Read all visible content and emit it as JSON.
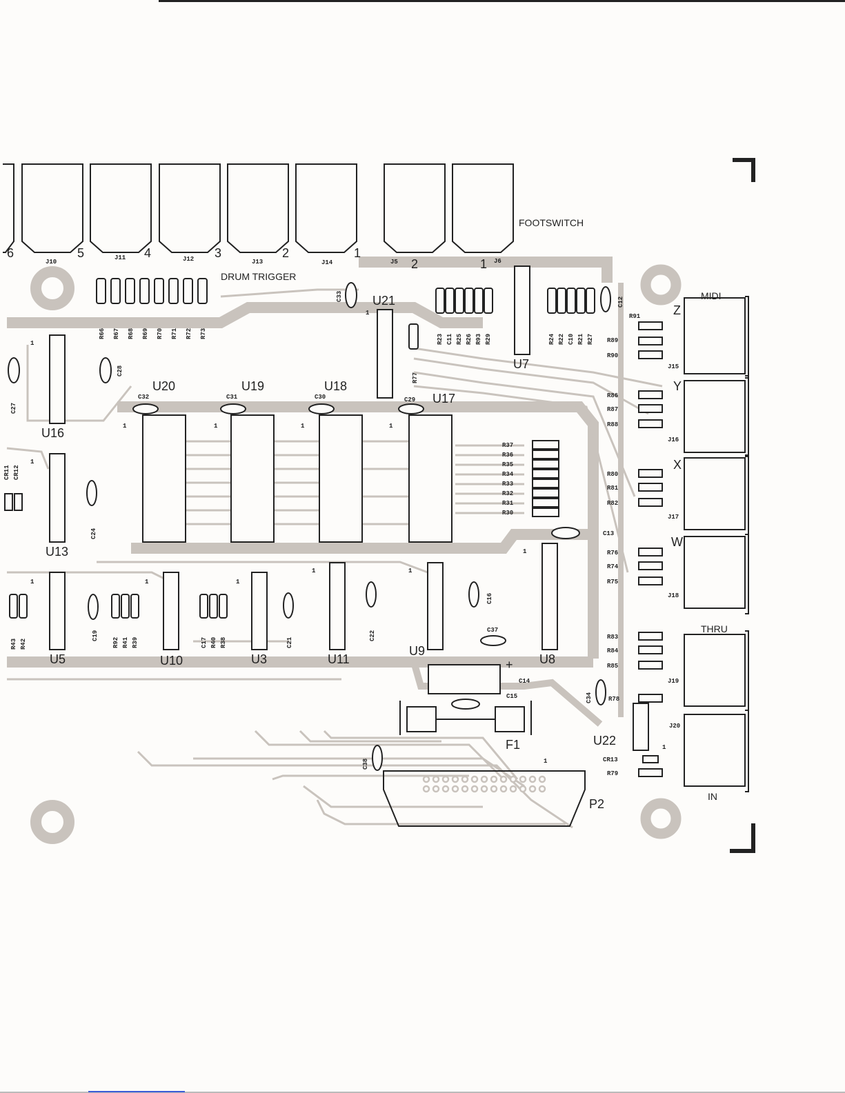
{
  "sections": {
    "footswitch": "FOOTSWITCH",
    "drum_trigger": "DRUM TRIGGER",
    "midi": "MIDI",
    "thru": "THRU",
    "in": "IN"
  },
  "jack_numbers": [
    "6",
    "5",
    "4",
    "3",
    "2",
    "1",
    "2",
    "1"
  ],
  "jack_refs": [
    "J10",
    "J11",
    "J12",
    "J13",
    "J14",
    "J5",
    "J6"
  ],
  "midi_ports": [
    "Z",
    "Y",
    "X",
    "W"
  ],
  "midi_refs": [
    "J15",
    "J16",
    "J17",
    "J18",
    "J19",
    "J20"
  ],
  "ics": [
    "U21",
    "U7",
    "U20",
    "U19",
    "U18",
    "U17",
    "U16",
    "U13",
    "U5",
    "U10",
    "U3",
    "U11",
    "U9",
    "U8",
    "U22"
  ],
  "connectors": [
    "P2",
    "F1"
  ],
  "pin_one": "1",
  "polarity": "+",
  "drum_resistors": [
    "R66",
    "R67",
    "R68",
    "R69",
    "R70",
    "R71",
    "R72",
    "R73"
  ],
  "resistor_bank": [
    "R37",
    "R36",
    "R35",
    "R34",
    "R33",
    "R32",
    "R31",
    "R30"
  ],
  "midi_resistors": [
    "R91",
    "R89",
    "R90",
    "R86",
    "R87",
    "R88",
    "R80",
    "R81",
    "R82",
    "R76",
    "R74",
    "R75",
    "R83",
    "R84",
    "R85",
    "R78",
    "R79"
  ],
  "misc_refs": [
    "C33",
    "C12",
    "R23",
    "C11",
    "R25",
    "R26",
    "R93",
    "R29",
    "R24",
    "R22",
    "C10",
    "R21",
    "R27",
    "R77",
    "C28",
    "C27",
    "C32",
    "C31",
    "C30",
    "C29",
    "CR11",
    "CR12",
    "C24",
    "C13",
    "C19",
    "R92",
    "R41",
    "R39",
    "C17",
    "R40",
    "R38",
    "C21",
    "C22",
    "C16",
    "C37",
    "R43",
    "R42",
    "C14",
    "C15",
    "C34",
    "C38",
    "CR13"
  ]
}
